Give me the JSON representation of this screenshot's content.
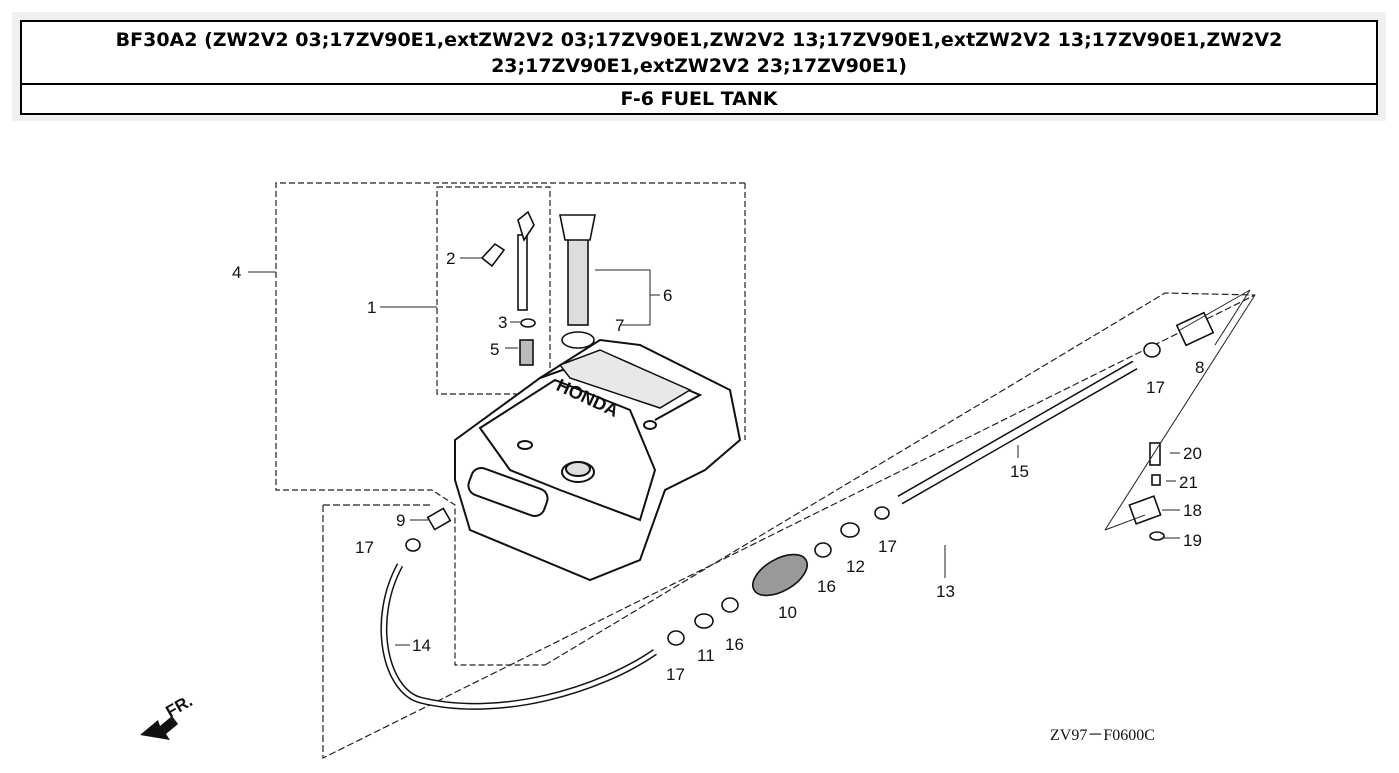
{
  "header": {
    "title": "BF30A2 (ZW2V2 03;17ZV90E1,extZW2V2 03;17ZV90E1,ZW2V2 13;17ZV90E1,extZW2V2 13;17ZV90E1,ZW2V2 23;17ZV90E1,extZW2V2 23;17ZV90E1)",
    "subtitle": "F-6 FUEL TANK"
  },
  "diagram": {
    "callouts": [
      "1",
      "2",
      "3",
      "4",
      "5",
      "6",
      "7",
      "8",
      "9",
      "10",
      "11",
      "12",
      "13",
      "14",
      "15",
      "16",
      "16",
      "17",
      "17",
      "17",
      "17",
      "18",
      "19",
      "20",
      "21"
    ],
    "brand_text": "HONDA",
    "front_label": "FR.",
    "drawing_code": "ZV97－F0600C"
  }
}
